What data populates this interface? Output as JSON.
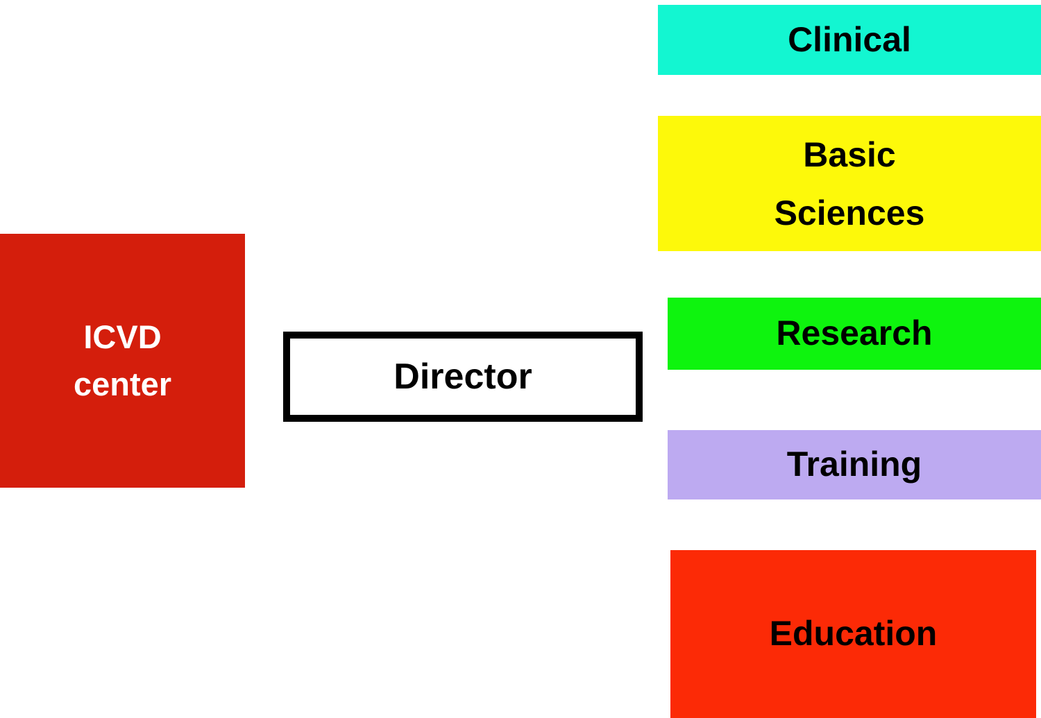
{
  "diagram": {
    "type": "org-chart",
    "background": "#ffffff",
    "nodes": {
      "icvd": {
        "label_line1": "ICVD",
        "label_line2": "center",
        "bg": "#d41e0c",
        "text_color": "#ffffff"
      },
      "director": {
        "label": "Director",
        "bg": "#ffffff",
        "border_color": "#000000",
        "text_color": "#000000"
      },
      "clinical": {
        "label": "Clinical",
        "bg": "#13f6d1",
        "text_color": "#000000"
      },
      "basic_sciences": {
        "label_line1": "Basic",
        "label_line2": "Sciences",
        "bg": "#fdf90a",
        "text_color": "#000000"
      },
      "research": {
        "label": "Research",
        "bg": "#0ef40e",
        "text_color": "#000000"
      },
      "training": {
        "label": "Training",
        "bg": "#bdaaf1",
        "text_color": "#000000"
      },
      "education": {
        "label": "Education",
        "bg": "#fc2a06",
        "text_color": "#000000"
      }
    }
  }
}
